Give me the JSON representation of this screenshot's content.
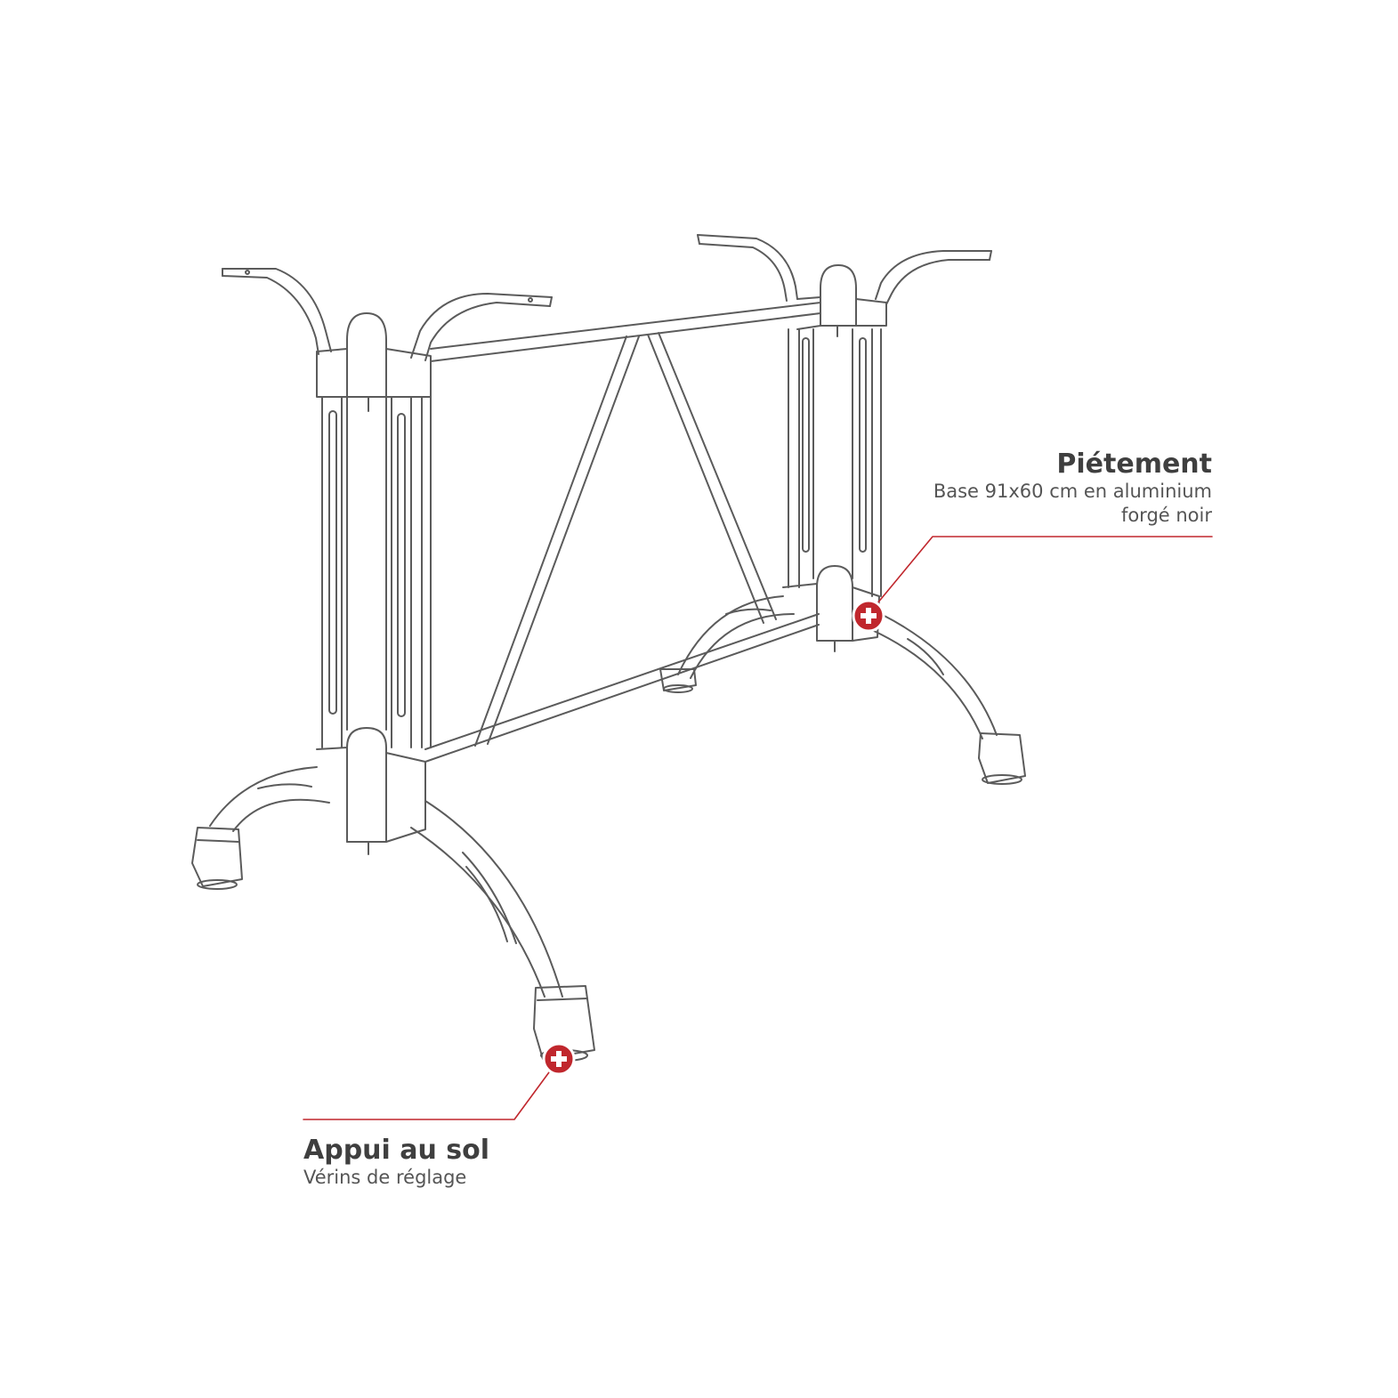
{
  "colors": {
    "accent": "#c0272d",
    "line": "#5b5b5b",
    "text": "#4d4d4d"
  },
  "callouts": {
    "pietement": {
      "title": "Piétement",
      "line1": "Base 91x60 cm en aluminium",
      "line2": "forgé noir",
      "icon": "plus-marker-icon"
    },
    "appui": {
      "title": "Appui au sol",
      "line1": "Vérins de réglage",
      "icon": "plus-marker-icon"
    }
  }
}
